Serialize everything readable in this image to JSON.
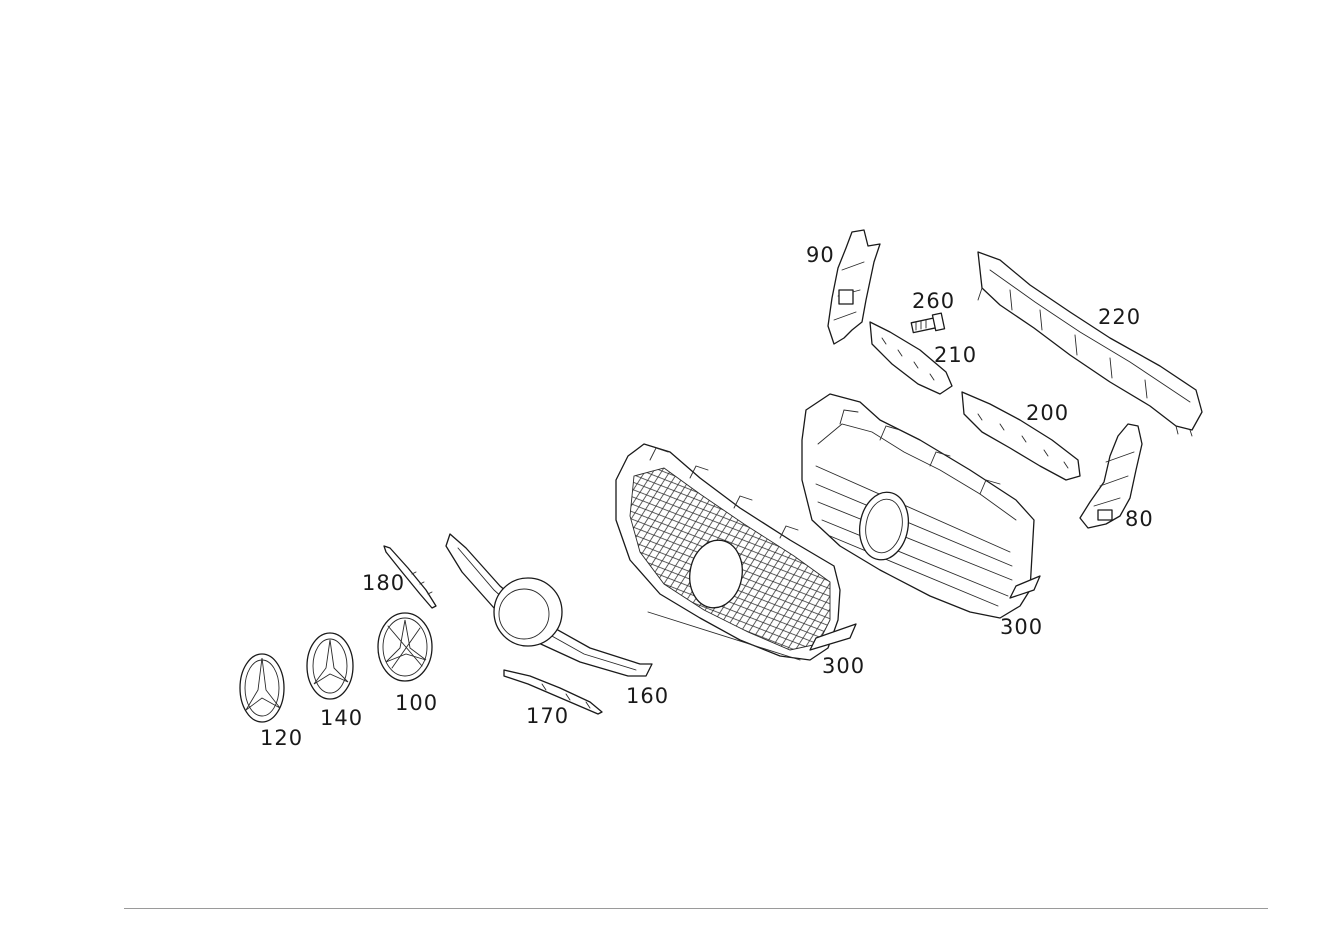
{
  "part_labels": {
    "p90": "90",
    "p260": "260",
    "p220": "220",
    "p210": "210",
    "p200": "200",
    "p80": "80",
    "p300_rear": "300",
    "p300_front": "300",
    "p180": "180",
    "p160": "160",
    "p170": "170",
    "p100": "100",
    "p140": "140",
    "p120": "120"
  }
}
